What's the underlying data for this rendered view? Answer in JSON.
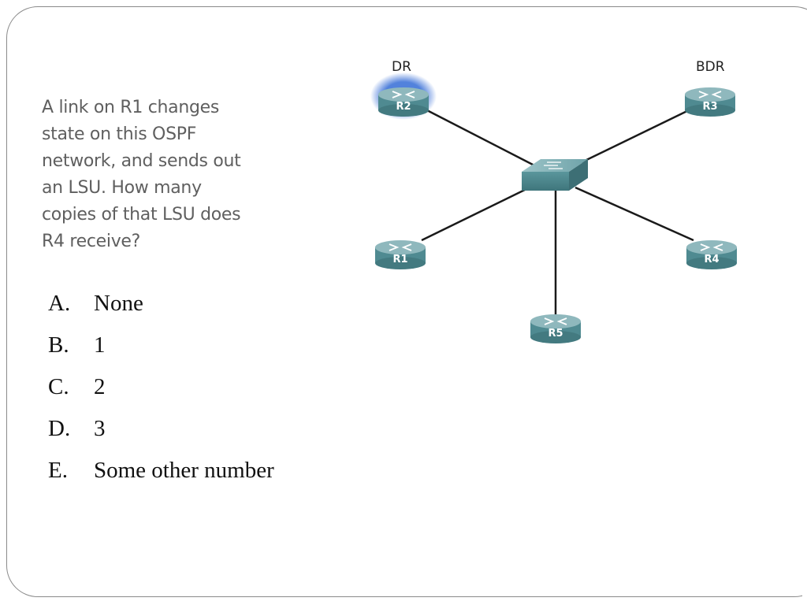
{
  "question": {
    "lines": [
      "A link on R1 changes",
      "state on this OSPF",
      "network, and sends out",
      "an LSU.  How many",
      "copies of that LSU does",
      "R4 receive?"
    ]
  },
  "answers": [
    {
      "letter": "A.",
      "text": "None"
    },
    {
      "letter": "B.",
      "text": "1"
    },
    {
      "letter": "C.",
      "text": "2"
    },
    {
      "letter": "D.",
      "text": "3"
    },
    {
      "letter": "E.",
      "text": "Some other number"
    }
  ],
  "diagram": {
    "role_labels": {
      "dr": "DR",
      "bdr": "BDR"
    },
    "routers": [
      {
        "id": "R1",
        "name": "R1"
      },
      {
        "id": "R2",
        "name": "R2",
        "highlighted": true
      },
      {
        "id": "R3",
        "name": "R3"
      },
      {
        "id": "R4",
        "name": "R4"
      },
      {
        "id": "R5",
        "name": "R5"
      }
    ],
    "links": [
      {
        "from": "switch",
        "to": "R1"
      },
      {
        "from": "switch",
        "to": "R2"
      },
      {
        "from": "switch",
        "to": "R3"
      },
      {
        "from": "switch",
        "to": "R4"
      },
      {
        "from": "switch",
        "to": "R5"
      }
    ],
    "colors": {
      "device_top": "#8fb8bd",
      "device_body": "#4f8a91",
      "highlight": "#3f74d8",
      "link": "#1a1a1a"
    }
  }
}
